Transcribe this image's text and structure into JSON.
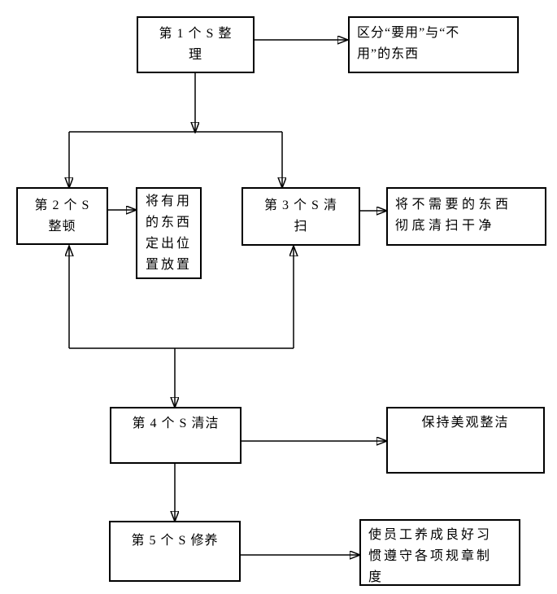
{
  "diagram": {
    "background_color": "#ffffff",
    "line_color": "#000000",
    "box_border_color": "#000000",
    "text_color": "#000000",
    "nodes": {
      "s1": {
        "label": "第 1 个 S 整\n理"
      },
      "r1": {
        "label": "区分“要用”与“不\n用”的东西"
      },
      "s2": {
        "label": "第 2 个 S\n整顿"
      },
      "s2_note": {
        "label": "将有用\n的东西\n定出位\n置放置"
      },
      "s3": {
        "label": "第 3 个 S 清\n扫"
      },
      "r3": {
        "label": "将不需要的东西\n彻底清扫干净"
      },
      "s4": {
        "label": "第 4 个 S 清洁"
      },
      "r4": {
        "label": "保持美观整洁"
      },
      "s5": {
        "label": "第 5 个 S 修养"
      },
      "r5": {
        "label": "使员工养成良好习\n惯遵守各项规章制\n度"
      }
    }
  }
}
